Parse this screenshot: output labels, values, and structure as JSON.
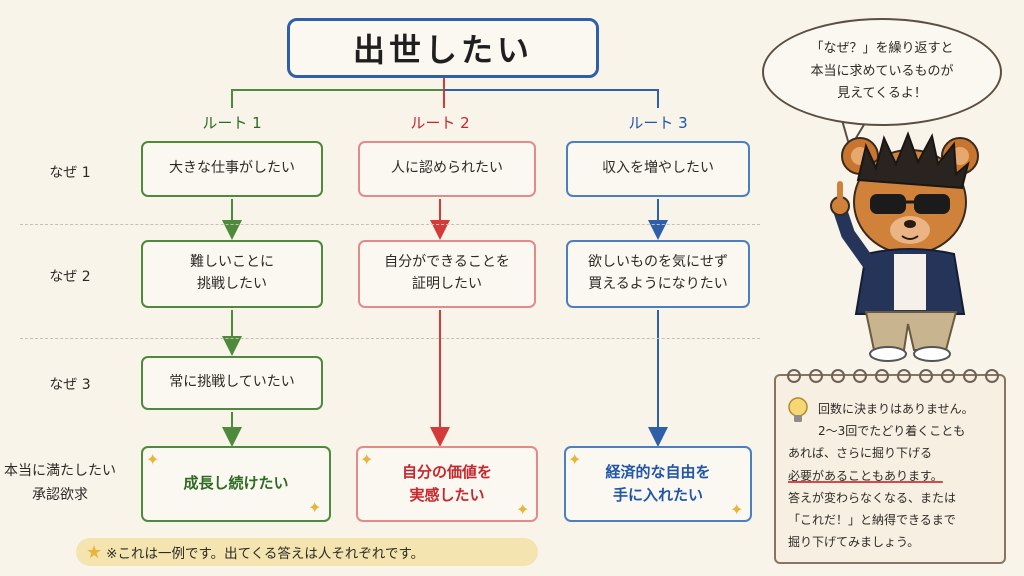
{
  "title": "出世したい",
  "routes": [
    {
      "label": "ルート 1",
      "color": "#2e6a22"
    },
    {
      "label": "ルート 2",
      "color": "#c9252c"
    },
    {
      "label": "ルート 3",
      "color": "#1f56a8"
    }
  ],
  "rows": {
    "why1": "なぜ 1",
    "why2": "なぜ 2",
    "why3": "なぜ 3",
    "final_line1": "本当に満たしたい",
    "final_line2": "承認欲求"
  },
  "nodes": {
    "r1_why1": "大きな仕事がしたい",
    "r1_why2": "難しいことに\n挑戦したい",
    "r1_why3": "常に挑戦していたい",
    "r1_final": "成長し続けたい",
    "r2_why1": "人に認められたい",
    "r2_why2": "自分ができることを\n証明したい",
    "r2_final": "自分の価値を\n実感したい",
    "r3_why1": "収入を増やしたい",
    "r3_why2": "欲しいものを気にせず\n買えるようになりたい",
    "r3_final": "経済的な自由を\n手に入れたい"
  },
  "speech_bubble": "「なぜ？」を繰り返すと\n本当に求めているものが\n見えてくるよ！",
  "note": {
    "line1": "回数に決まりはありません。",
    "line2": "2〜3回でたどり着くことも",
    "line3": "あれば、さらに掘り下げる",
    "line4": "必要があることもあります。",
    "line5": "答えが変わらなくなる、または",
    "line6": "「これだ！」と納得できるまで",
    "line7": "掘り下げてみましょう。"
  },
  "footer_note": "※これは一例です。出てくる答えは人それぞれです。",
  "colors": {
    "green": "#4d8a3c",
    "red": "#d43a3a",
    "blue": "#2f5fa8"
  }
}
